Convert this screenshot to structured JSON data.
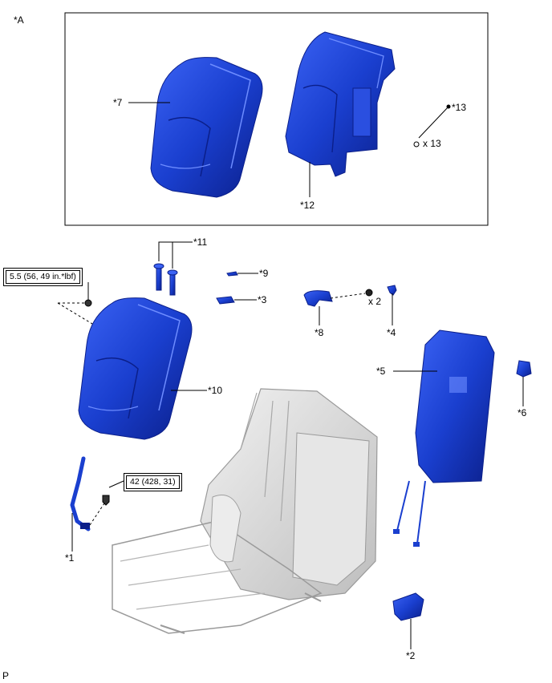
{
  "diagram": {
    "section_label": "*A",
    "footer_code": "P",
    "callouts": {
      "c7": "*7",
      "c12": "*12",
      "c13": "*13",
      "qty13": "x 13",
      "c11": "*11",
      "c9": "*9",
      "c3": "*3",
      "c8": "*8",
      "qty_screw": "x 2",
      "c4": "*4",
      "c10": "*10",
      "c5": "*5",
      "c6": "*6",
      "c1": "*1",
      "c2": "*2"
    },
    "torques": {
      "headrest_nut": "5.5 (56, 49 in.*lbf)",
      "belt_bolt": "42 (428, 31)"
    },
    "colors": {
      "part_blue": "#1a3fcf",
      "part_blue_dark": "#0b1f8a",
      "frame_grey": "#d9d9d9",
      "frame_line": "#9a9a9a",
      "box_border": "#000000"
    }
  }
}
